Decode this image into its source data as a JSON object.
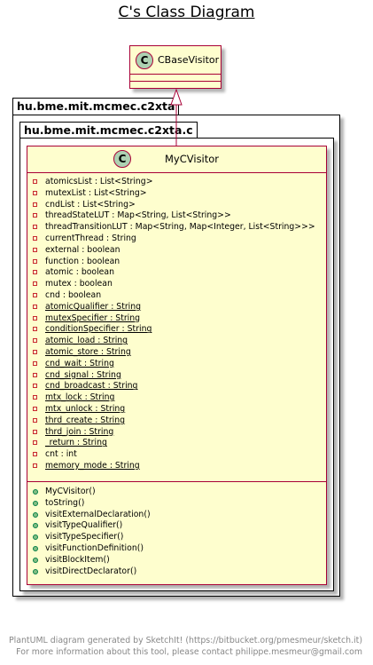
{
  "title": "C's Class Diagram",
  "colors": {
    "class_fill": "#FEFECE",
    "class_border": "#A80036",
    "badge_fill": "#ADD1B2",
    "arrow": "#A80036"
  },
  "base_class": {
    "badge": "C",
    "name": "CBaseVisitor"
  },
  "outer_package": "hu.bme.mit.mcmec.c2xta",
  "inner_package": "hu.bme.mit.mcmec.c2xta.c",
  "main_class": {
    "badge": "C",
    "name": "MyCVisitor",
    "attributes": [
      {
        "text": "atomicsList : List<String>",
        "static": false
      },
      {
        "text": "mutexList : List<String>",
        "static": false
      },
      {
        "text": "cndList : List<String>",
        "static": false
      },
      {
        "text": "threadStateLUT : Map<String, List<String>>",
        "static": false
      },
      {
        "text": "threadTransitionLUT : Map<String, Map<Integer, List<String>>>",
        "static": false
      },
      {
        "text": "currentThread : String",
        "static": false
      },
      {
        "text": "external : boolean",
        "static": false
      },
      {
        "text": "function : boolean",
        "static": false
      },
      {
        "text": "atomic : boolean",
        "static": false
      },
      {
        "text": "mutex : boolean",
        "static": false
      },
      {
        "text": "cnd : boolean",
        "static": false
      },
      {
        "text": "atomicQualifier : String",
        "static": true
      },
      {
        "text": "mutexSpecifier : String",
        "static": true
      },
      {
        "text": "conditionSpecifier : String",
        "static": true
      },
      {
        "text": "atomic_load : String",
        "static": true
      },
      {
        "text": "atomic_store : String",
        "static": true
      },
      {
        "text": "cnd_wait : String",
        "static": true
      },
      {
        "text": "cnd_signal : String",
        "static": true
      },
      {
        "text": "cnd_broadcast : String",
        "static": true
      },
      {
        "text": "mtx_lock : String",
        "static": true
      },
      {
        "text": "mtx_unlock : String",
        "static": true
      },
      {
        "text": "thrd_create : String",
        "static": true
      },
      {
        "text": "thrd_join : String",
        "static": true
      },
      {
        "text": "_return : String",
        "static": true
      },
      {
        "text": "cnt : int",
        "static": false
      },
      {
        "text": "memory_mode : String",
        "static": true
      }
    ],
    "operations": [
      "MyCVisitor()",
      "toString()",
      "visitExternalDeclaration()",
      "visitTypeQualifier()",
      "visitTypeSpecifier()",
      "visitFunctionDefinition()",
      "visitBlockItem()",
      "visitDirectDeclarator()"
    ]
  },
  "footer": {
    "line1": "PlantUML diagram generated by SketchIt! (https://bitbucket.org/pmesmeur/sketch.it)",
    "line2": "For more information about this tool, please contact philippe.mesmeur@gmail.com"
  }
}
